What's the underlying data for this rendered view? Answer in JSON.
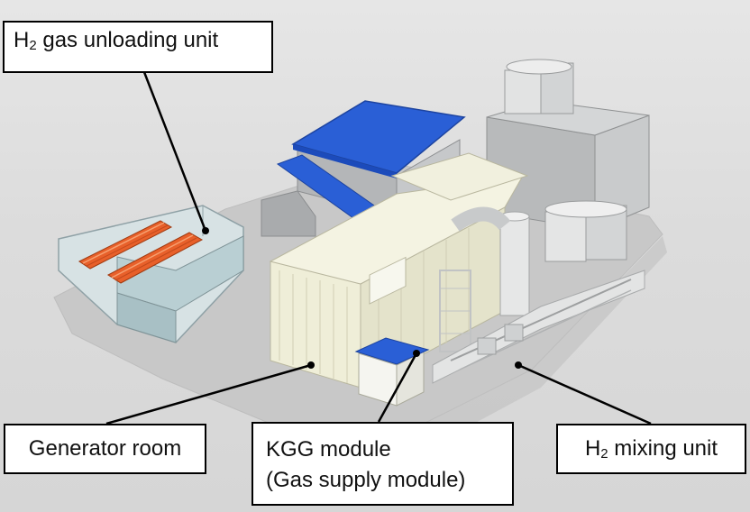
{
  "labels": {
    "unloading": {
      "prefix": "H",
      "sub": "2",
      "suffix": " gas unloading unit"
    },
    "generator": {
      "text": "Generator room"
    },
    "kgg": {
      "line1": "KGG module",
      "line2": "(Gas supply module)"
    },
    "mixing": {
      "prefix": "H",
      "sub": "2",
      "suffix": " mixing unit"
    }
  },
  "colors": {
    "roof_blue": "#2a5fd6",
    "hydrogen_tubes": "#e8602a",
    "enclosure_cream": "#efeed8",
    "building_gray": "#b4b6b8",
    "ground": "#c9c9c9",
    "label_border": "#000000"
  }
}
